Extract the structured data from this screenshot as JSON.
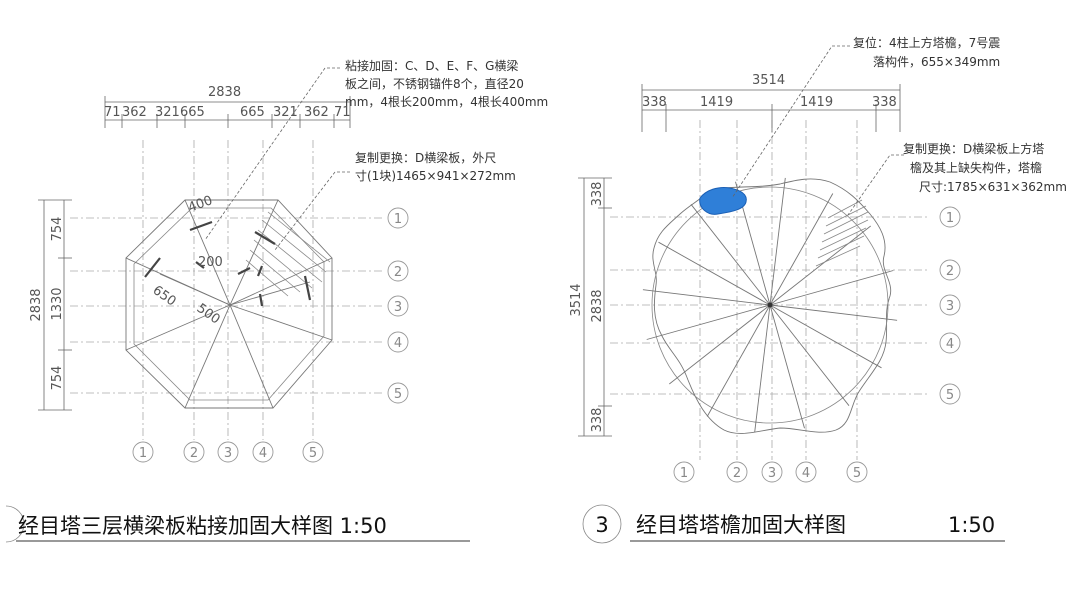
{
  "left": {
    "title": "经目塔三层横梁板粘接加固大样图 1:50",
    "top_dim_total": "2838",
    "top_dims": [
      "71",
      "362",
      "321",
      "665",
      "665",
      "321",
      "362",
      "71"
    ],
    "left_dim_total": "2838",
    "left_dims": [
      "754",
      "1330",
      "754"
    ],
    "note1": [
      "粘接加固：C、D、E、F、G横梁",
      "板之间，不锈钢锚件8个，直径20",
      "mm，4根长200mm，4根长400mm"
    ],
    "note2": [
      "复制更换：D横梁板，外尺",
      "寸(1块)1465×941×272mm"
    ],
    "inner_labels": [
      "400",
      "200",
      "650",
      "500"
    ],
    "row_axes": [
      "1",
      "2",
      "3",
      "4",
      "5"
    ],
    "col_axes": [
      "1",
      "2",
      "3",
      "4",
      "5"
    ]
  },
  "right": {
    "section_number": "3",
    "title": "经目塔塔檐加固大样图",
    "scale": "1:50",
    "top_dim_total": "3514",
    "top_dims": [
      "338",
      "1419",
      "1419",
      "338"
    ],
    "left_dim_total": "3514",
    "left_dim_mid": "2838",
    "left_dims": [
      "338",
      "338"
    ],
    "note1": [
      "复位：4柱上方塔檐，7号震",
      "落构件，655×349mm"
    ],
    "note2": [
      "复制更换：D横梁板上方塔",
      "檐及其上缺失构件，塔檐",
      "尺寸:1785×631×362mm"
    ],
    "row_axes": [
      "1",
      "2",
      "3",
      "4",
      "5"
    ],
    "col_axes": [
      "1",
      "2",
      "3",
      "4",
      "5"
    ]
  }
}
